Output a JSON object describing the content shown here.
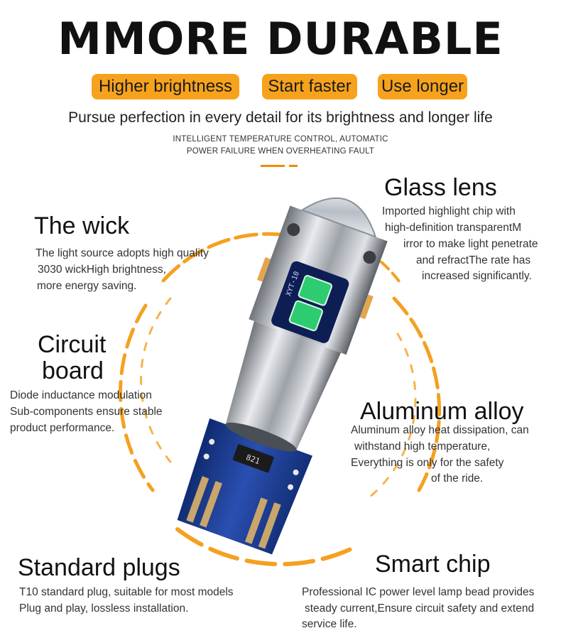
{
  "header": {
    "title": "MMORE DURABLE",
    "pills": [
      "Higher brightness",
      "Start faster",
      "Use longer"
    ],
    "subtitle": "Pursue perfection in every detail for its brightness and longer life",
    "small_line1": "INTELLIGENT TEMPERATURE CONTROL, AUTOMATIC",
    "small_line2": "POWER FAILURE WHEN OVERHEATING FAULT"
  },
  "features": {
    "wick": {
      "title": "The wick",
      "lines": [
        "The light source adopts high quality",
        "3030 wickHigh brightness,",
        "more energy saving."
      ]
    },
    "glass": {
      "title": "Glass lens",
      "lines": [
        "Imported highlight chip with",
        "high-definition transparentM",
        "irror to make light penetrate",
        "and refractThe rate has",
        "increased significantly."
      ]
    },
    "circuit": {
      "title_line1": "Circuit",
      "title_line2": "board",
      "lines": [
        "Diode inductance modulation",
        "Sub-components ensure stable",
        "product performance."
      ]
    },
    "aluminum": {
      "title": "Aluminum alloy",
      "lines": [
        "Aluminum alloy heat dissipation, can",
        "withstand high temperature,",
        "Everything is only for the safety",
        "of the ride."
      ]
    },
    "plugs": {
      "title": "Standard plugs",
      "lines": [
        "T10 standard plug, suitable for most models",
        "Plug and play, lossless installation."
      ]
    },
    "chip": {
      "title": "Smart chip",
      "lines": [
        "Professional IC power level lamp bead provides",
        "steady current,Ensure circuit safety and extend",
        "service life."
      ]
    }
  },
  "product": {
    "pcb_label": "XYT-10",
    "resistor_label": "821"
  },
  "colors": {
    "accent": "#f7a21d",
    "ring": "#f5a020",
    "pcb": "#1c3a8a",
    "led": "#2ecc71",
    "metal": "#b9bcc2"
  }
}
